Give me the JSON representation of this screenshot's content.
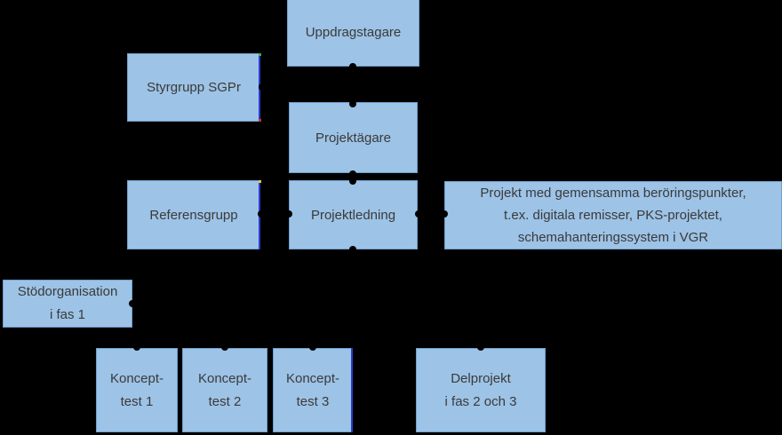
{
  "colors": {
    "background": "#000000",
    "box_fill": "#9DC3E6",
    "box_border": "#6FA0CE",
    "box_text": "#3A3A3A",
    "connector_dot": "#000000",
    "highlight_edge": "#2B3BD0",
    "handle_green": "#3FAE49",
    "handle_red": "#C0392B",
    "handle_yellow": "#E8C93E"
  },
  "nodes": {
    "uppdragstagare": {
      "label": "Uppdragstagare"
    },
    "styrgrupp": {
      "label": "Styrgrupp SGPr"
    },
    "projektagare": {
      "label": "Projektägare"
    },
    "referensgrupp": {
      "label": "Referensgrupp"
    },
    "projektledning": {
      "label": "Projektledning"
    },
    "gemensamma": {
      "label": "Projekt med gemensamma beröringspunkter,\nt.ex. digitala remisser, PKS-projektet,\nschemahanteringssystem i VGR"
    },
    "stodorganisation": {
      "label": "Stödorganisation\ni fas 1"
    },
    "koncepttest1": {
      "label": "Koncept-\ntest 1"
    },
    "koncepttest2": {
      "label": "Koncept-\ntest 2"
    },
    "koncepttest3": {
      "label": "Koncept-\ntest 3"
    },
    "delprojekt": {
      "label": "Delprojekt\ni fas 2 och 3"
    }
  }
}
